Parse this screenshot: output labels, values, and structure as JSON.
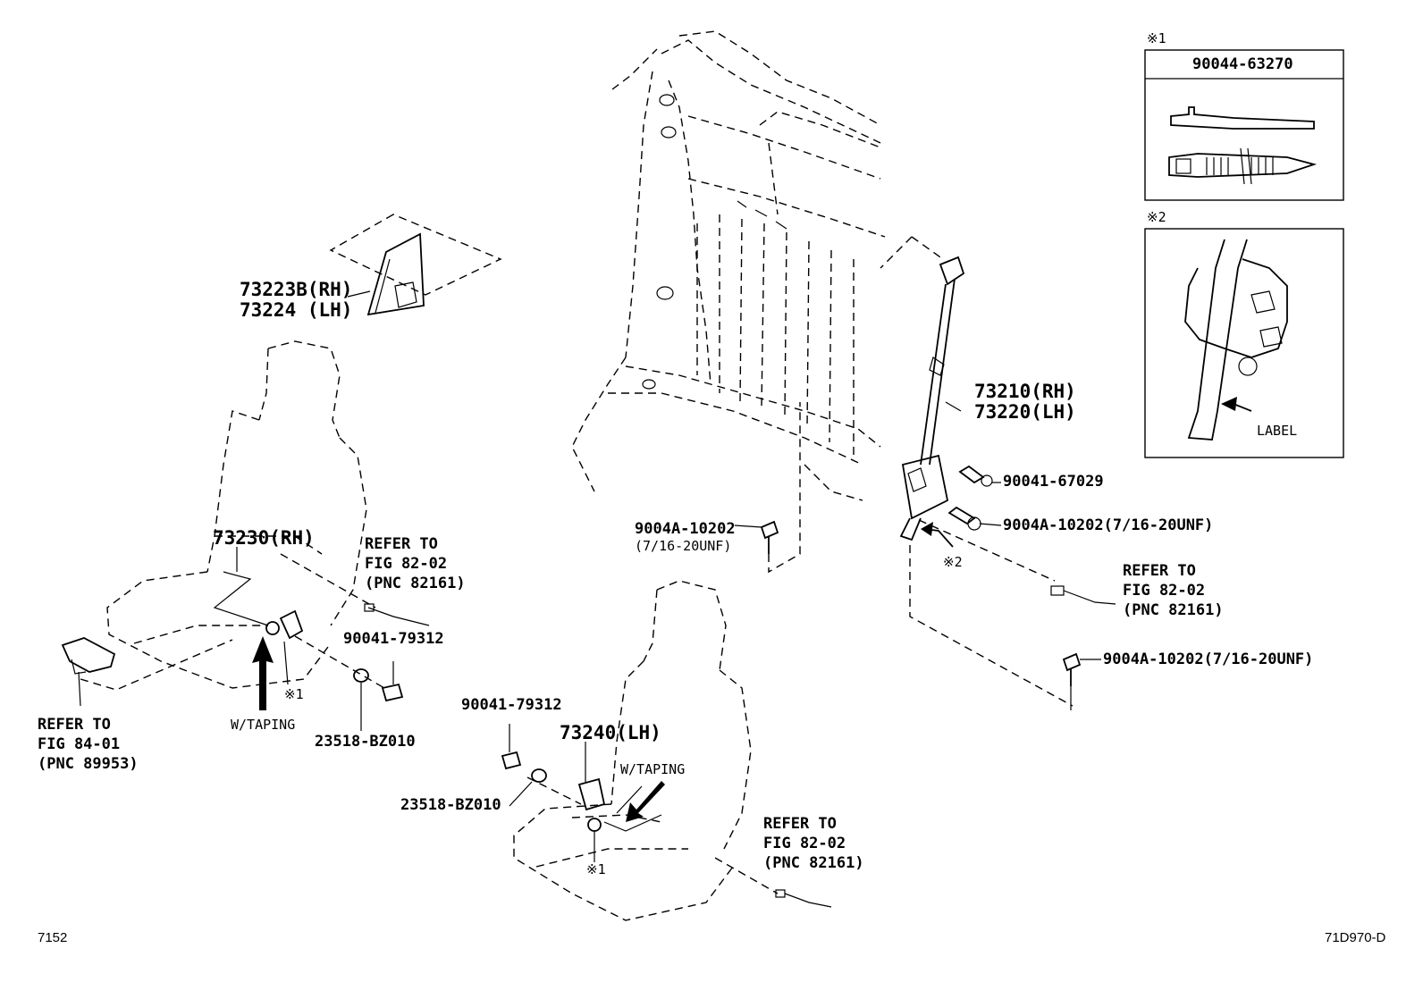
{
  "callouts": {
    "part_73223b": "73223B(RH)",
    "part_73224": "73224 (LH)",
    "part_73230": "73230(RH)",
    "part_73240": "73240(LH)",
    "part_73210": "73210(RH)",
    "part_73220": "73220(LH)",
    "part_90041_67029": "90041-67029",
    "part_9004a_upper": "9004A-10202(7/16-20UNF)",
    "part_9004a_lower": "9004A-10202(7/16-20UNF)",
    "part_9004a_center": "9004A-10202",
    "part_9004a_center_thread": "(7/16-20UNF)",
    "part_90041_79312_a": "90041-79312",
    "part_90041_79312_b": "90041-79312",
    "part_23518_a": "23518-BZ010",
    "part_23518_b": "23518-BZ010",
    "refer_82_a": [
      "REFER TO",
      "FIG 82-02",
      "(PNC 82161)"
    ],
    "refer_82_b": [
      "REFER TO",
      "FIG 82-02",
      "(PNC 82161)"
    ],
    "refer_82_c": [
      "REFER TO",
      "FIG 82-02",
      "(PNC 82161)"
    ],
    "refer_84": [
      "REFER TO",
      "FIG 84-01",
      "(PNC 89953)"
    ],
    "taping_a": "W/TAPING",
    "taping_b": "W/TAPING",
    "note_mark_1a": "※1",
    "note_mark_1b": "※1",
    "note_mark_2": "※2"
  },
  "inset1": {
    "mark": "※1",
    "part": "90044-63270"
  },
  "inset2": {
    "mark": "※2",
    "label": "LABEL"
  },
  "footer": {
    "left_code": "7152",
    "right_code": "71D970-D"
  }
}
